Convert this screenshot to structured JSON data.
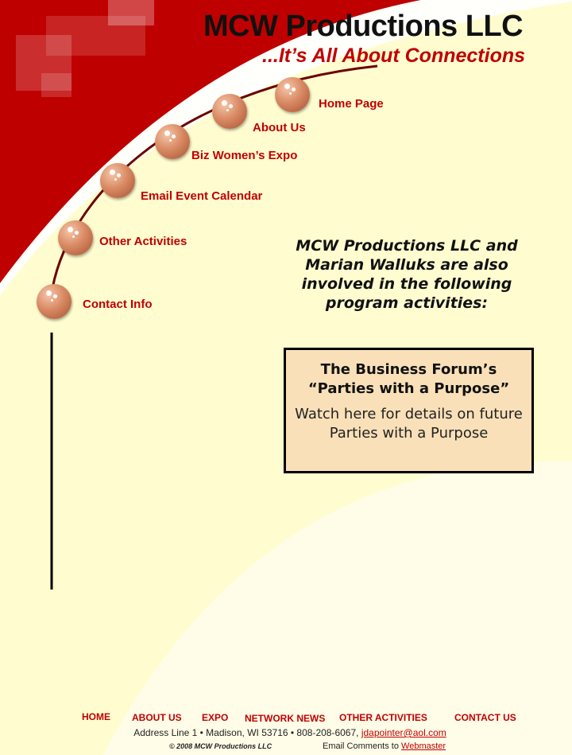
{
  "header": {
    "title": "MCW Productions LLC",
    "tagline": "...It’s All About Connections"
  },
  "nav": {
    "items": [
      {
        "label": "Home Page"
      },
      {
        "label": "About Us"
      },
      {
        "label": "Biz Women’s Expo"
      },
      {
        "label": "Email Event Calendar"
      },
      {
        "label": "Other Activities"
      },
      {
        "label": "Contact Info"
      }
    ]
  },
  "main": {
    "intro": "MCW Productions LLC and Marian Walluks are also involved in the following program activities:",
    "box": {
      "title": "The Business Forum’s “Parties with a Purpose”",
      "body": "Watch here for details on future Parties with a Purpose"
    }
  },
  "footer": {
    "nav": [
      "HOME",
      "ABOUT US",
      "EXPO",
      "NETWORK NEWS",
      "OTHER ACTIVITIES",
      "CONTACT US"
    ],
    "address": "Address Line 1  • Madison, WI 53716 • 808-208-6067, ",
    "email": "jdapointer@aol.com",
    "copyright": "©  2008 MCW Productions LLC",
    "comments": "Email Comments to ",
    "webmaster": "Webmaster"
  },
  "colors": {
    "brand_red": "#c00000",
    "background": "#fffdd0",
    "box_fill": "#f9e0b8"
  }
}
